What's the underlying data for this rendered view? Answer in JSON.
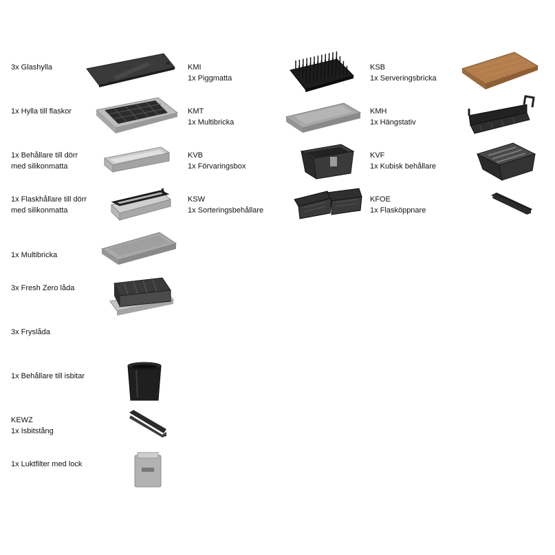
{
  "left_column": [
    {
      "lines": [
        "3x Glashylla"
      ]
    },
    {
      "lines": [
        "1x Hylla till flaskor"
      ]
    },
    {
      "lines": [
        "1x Behållare till dörr",
        "med silikonmatta"
      ]
    },
    {
      "lines": [
        "1x Flaskhållare till dörr",
        "med silikonmatta"
      ]
    },
    {
      "lines": [
        "1x Multibricka"
      ]
    },
    {
      "lines": [
        "3x Fresh Zero låda"
      ]
    },
    {
      "lines": [
        "3x Fryslåda"
      ]
    },
    {
      "lines": [
        "1x Behållare till isbitar"
      ]
    },
    {
      "lines": [
        "KEWZ",
        "1x Isbitstång"
      ]
    },
    {
      "lines": [
        "1x Luktfilter med lock"
      ]
    }
  ],
  "middle_column": [
    {
      "code": "KMI",
      "name": "1x Piggmatta"
    },
    {
      "code": "KMT",
      "name": "1x Multibricka"
    },
    {
      "code": "KVB",
      "name": "1x Förvaringsbox"
    },
    {
      "code": "KSW",
      "name": "1x Sorteringsbehållare"
    }
  ],
  "right_column": [
    {
      "code": "KSB",
      "name": "1x Serveringsbricka"
    },
    {
      "code": "KMH",
      "name": "1x Hängstativ"
    },
    {
      "code": "KVF",
      "name": "1x Kubisk behållare"
    },
    {
      "code": "KFOE",
      "name": "1x Flasköppnare"
    }
  ]
}
